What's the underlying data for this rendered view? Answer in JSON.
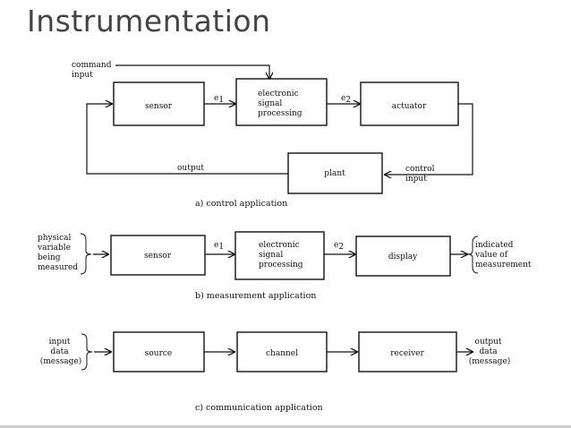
{
  "title": "Instrumentation",
  "control": {
    "command_input": [
      "command",
      "input"
    ],
    "sensor": "sensor",
    "e1": "e",
    "e1_sub": "1",
    "processor": [
      "electronic",
      "signal",
      "processing"
    ],
    "e2": "e",
    "e2_sub": "2",
    "actuator": "actuator",
    "plant": "plant",
    "output": "output",
    "control_input": [
      "control",
      "input"
    ],
    "caption": "a)  control application"
  },
  "measurement": {
    "input": [
      "physical",
      "variable",
      "being",
      "measured"
    ],
    "sensor": "sensor",
    "e1": "e",
    "e1_sub": "1",
    "processor": [
      "electronic",
      "signal",
      "processing"
    ],
    "e2": "e",
    "e2_sub": "2",
    "display": "display",
    "output": [
      "indicated",
      "value of",
      "measurement"
    ],
    "caption": "b)  measurement application"
  },
  "communication": {
    "input": [
      "input",
      "data",
      "(message)"
    ],
    "source": "source",
    "channel": "channel",
    "receiver": "receiver",
    "output": [
      "output",
      "data",
      "(message)"
    ],
    "caption": "c)  communication application"
  }
}
